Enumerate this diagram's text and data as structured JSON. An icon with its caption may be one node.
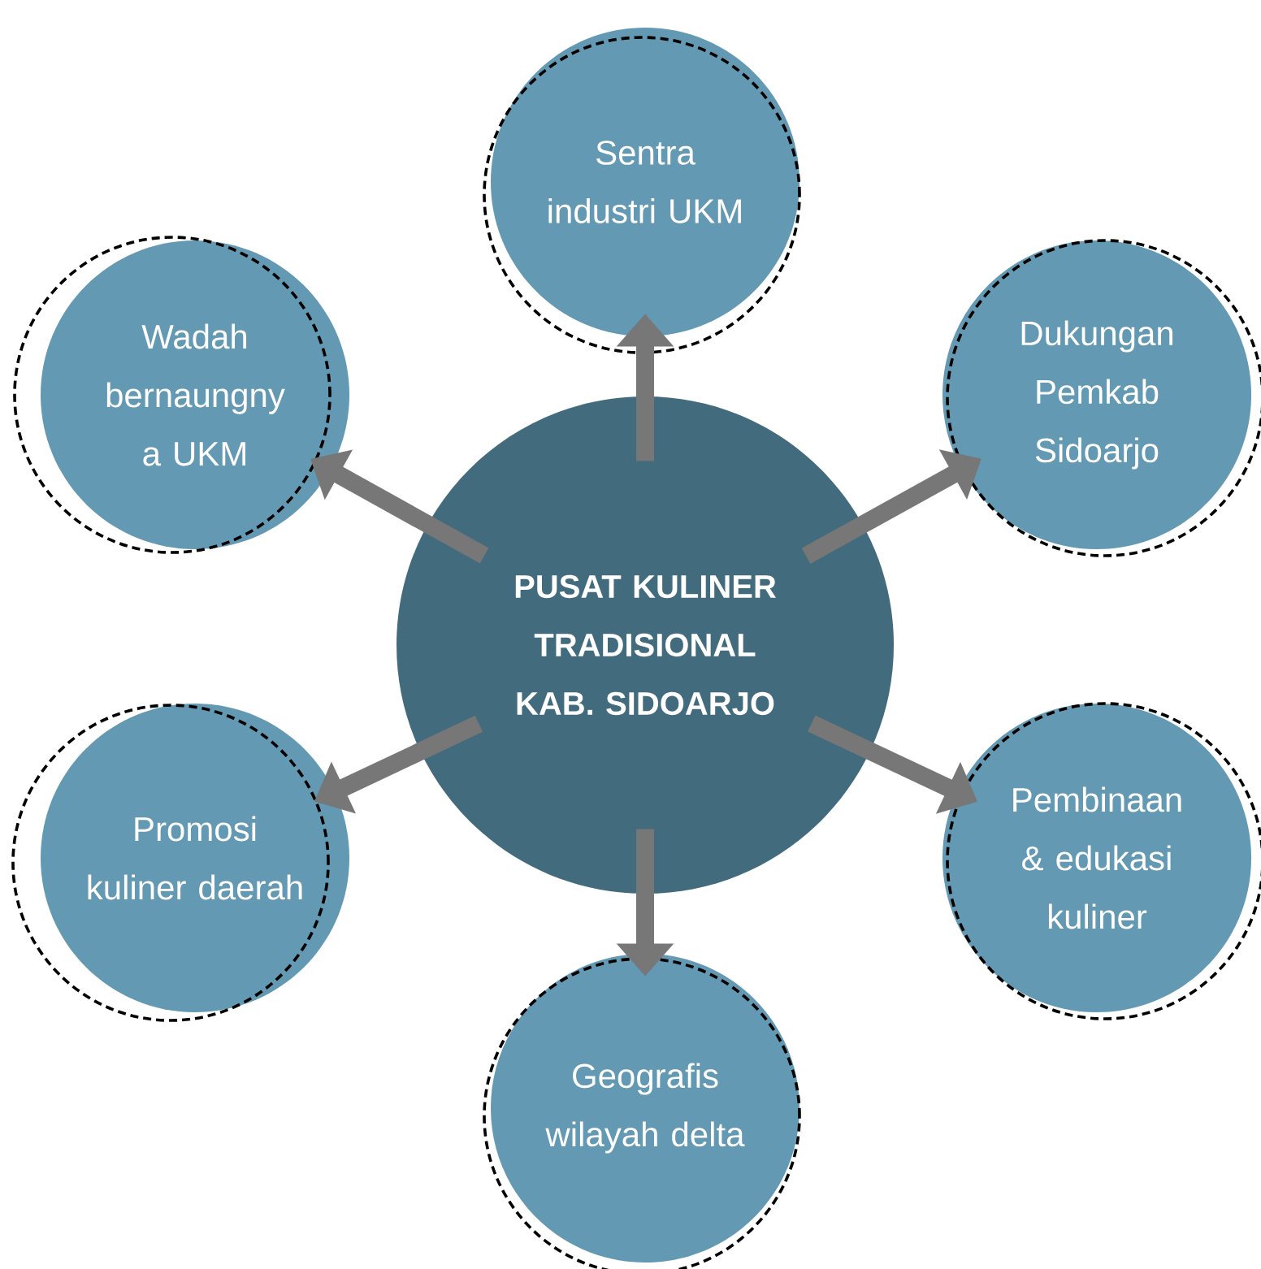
{
  "diagram": {
    "nodes": [
      {
        "text": [
          "PUSAT KULINER TRADISIONAL KAB. SIDOARJO"
        ]
      },
      {
        "text": [
          "Sentra industri UKM"
        ]
      },
      {
        "text": [
          "Wadah bernaungny a UKM"
        ]
      },
      {
        "text": [
          "Dukungan Pemkab Sidoarjo"
        ]
      },
      {
        "text": [
          "Promosi kuliner daerah"
        ]
      },
      {
        "text": [
          "Pembinaan & edukasi kuliner"
        ]
      },
      {
        "text": [
          "Geografis wilayah delta"
        ]
      }
    ],
    "edges": [
      {
        "from": 0,
        "to": 1,
        "arrow": "to"
      },
      {
        "from": 0,
        "to": 2,
        "arrow": "to"
      },
      {
        "from": 0,
        "to": 3,
        "arrow": "to"
      },
      {
        "from": 0,
        "to": 4,
        "arrow": "to"
      },
      {
        "from": 0,
        "to": 5,
        "arrow": "to"
      },
      {
        "from": 0,
        "to": 6,
        "arrow": "to"
      }
    ]
  }
}
